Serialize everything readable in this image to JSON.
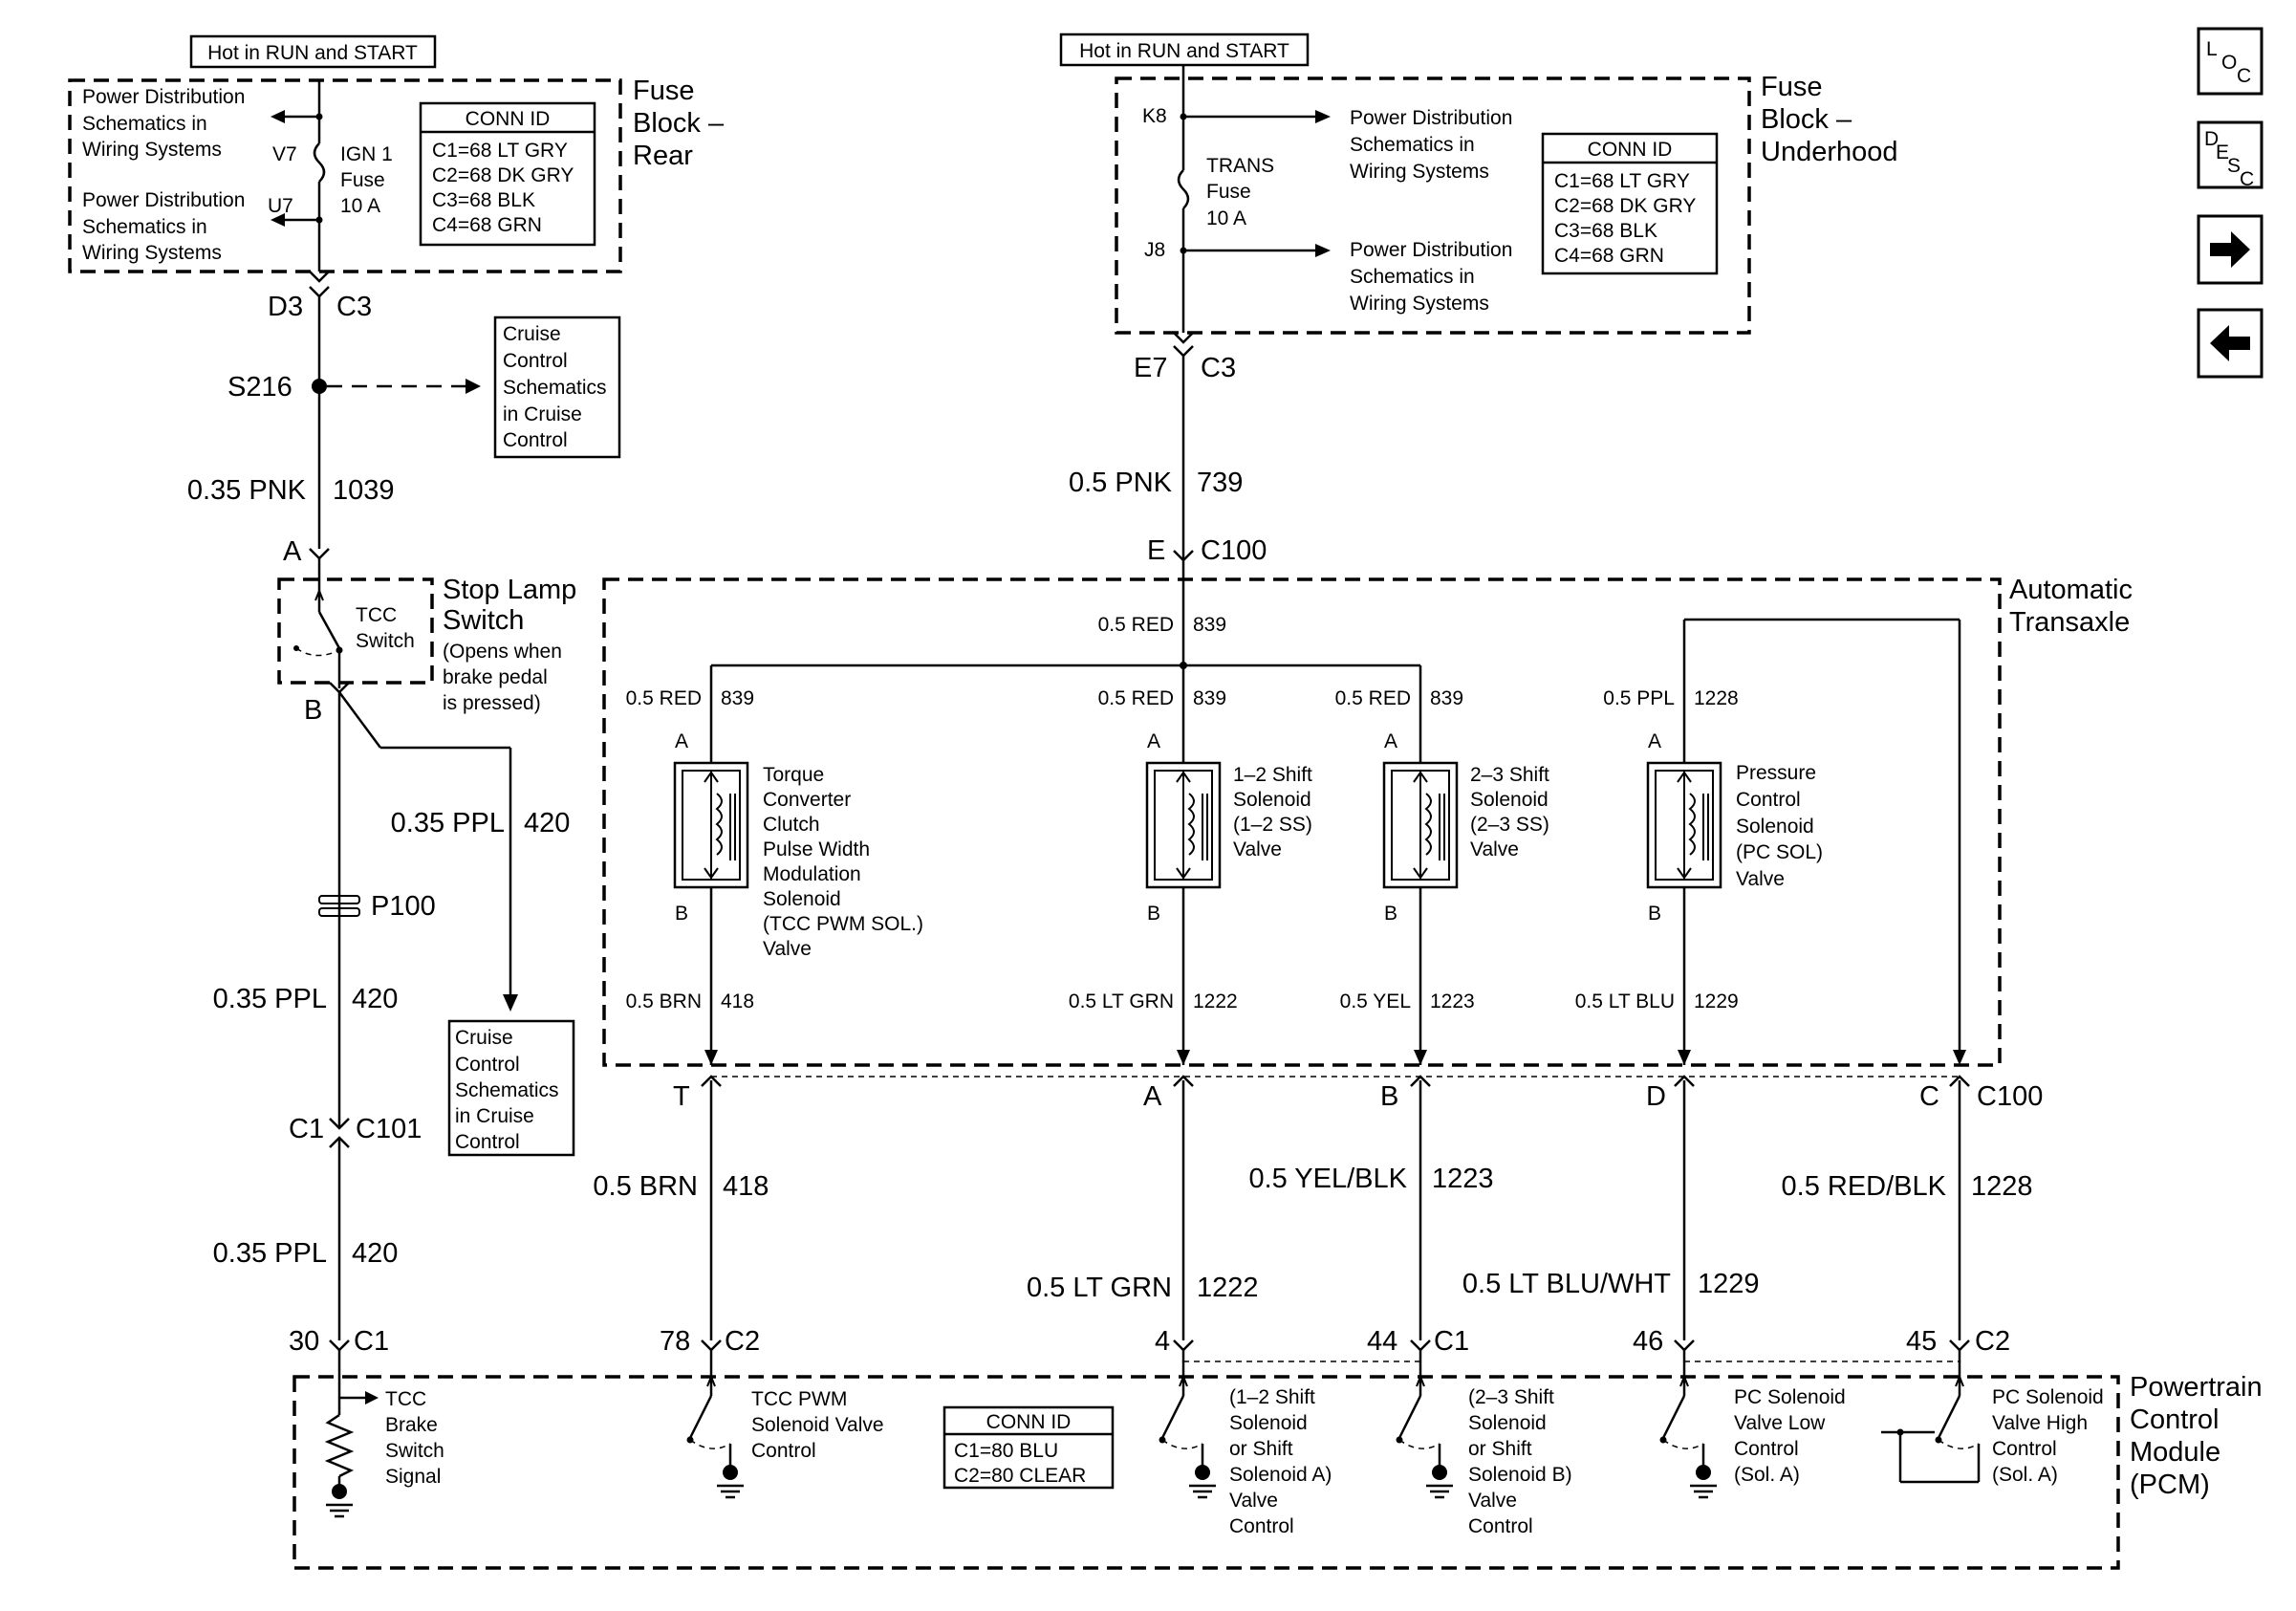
{
  "top_left": {
    "hot_label": "Hot in RUN and START",
    "fuse_block": [
      "Fuse",
      "Block –",
      "Rear"
    ],
    "feed1": [
      "Power Distribution",
      "Schematics in",
      "Wiring Systems"
    ],
    "feed2": [
      "Power Distribution",
      "Schematics in",
      "Wiring Systems"
    ],
    "pin_v7": "V7",
    "pin_u7": "U7",
    "fuse": [
      "IGN 1",
      "Fuse",
      "10 A"
    ],
    "conn_id": {
      "title": "CONN ID",
      "rows": [
        "C1=68 LT GRY",
        "C2=68 DK GRY",
        "C3=68 BLK",
        "C4=68 GRN"
      ]
    },
    "pin_d3": "D3",
    "conn_c3": "C3",
    "splice": "S216",
    "cruise1": [
      "Cruise",
      "Control",
      "Schematics",
      "in Cruise",
      "Control"
    ],
    "wire_1039": {
      "gauge": "0.35 PNK",
      "circuit": "1039"
    },
    "pin_a": "A",
    "stop_lamp": [
      "Stop Lamp",
      "Switch"
    ],
    "stop_note": [
      "(Opens when",
      "brake pedal",
      "is pressed)"
    ],
    "tcc_switch": [
      "TCC",
      "Switch"
    ],
    "pin_b": "B",
    "wire_420a": {
      "gauge": "0.35 PPL",
      "circuit": "420"
    },
    "p100": "P100",
    "wire_420b": {
      "gauge": "0.35 PPL",
      "circuit": "420"
    },
    "cruise2": [
      "Cruise",
      "Control",
      "Schematics",
      "in Cruise",
      "Control"
    ],
    "c101_pin": "C1",
    "c101": "C101",
    "wire_420c": {
      "gauge": "0.35 PPL",
      "circuit": "420"
    }
  },
  "top_right": {
    "hot_label": "Hot in RUN and START",
    "fuse_block": [
      "Fuse",
      "Block –",
      "Underhood"
    ],
    "pin_k8": "K8",
    "pin_j8": "J8",
    "fuse": [
      "TRANS",
      "Fuse",
      "10 A"
    ],
    "feed1": [
      "Power Distribution",
      "Schematics in",
      "Wiring Systems"
    ],
    "feed2": [
      "Power Distribution",
      "Schematics in",
      "Wiring Systems"
    ],
    "conn_id": {
      "title": "CONN ID",
      "rows": [
        "C1=68 LT GRY",
        "C2=68 DK GRY",
        "C3=68 BLK",
        "C4=68 GRN"
      ]
    },
    "pin_e7": "E7",
    "conn_c3": "C3",
    "wire_739": {
      "gauge": "0.5 PNK",
      "circuit": "739"
    },
    "pin_e": "E",
    "c100": "C100"
  },
  "transaxle": {
    "label": [
      "Automatic",
      "Transaxle"
    ],
    "feed_wire": {
      "gauge": "0.5 RED",
      "circuit": "839"
    },
    "solenoids": [
      {
        "top_gauge": "0.5 RED",
        "top_circuit": "839",
        "pin_a": "A",
        "pin_b": "B",
        "name": [
          "Torque",
          "Converter",
          "Clutch",
          "Pulse Width",
          "Modulation",
          "Solenoid",
          "(TCC PWM SOL.)",
          "Valve"
        ],
        "bot_gauge": "0.5 BRN",
        "bot_circuit": "418"
      },
      {
        "top_gauge": "0.5 RED",
        "top_circuit": "839",
        "pin_a": "A",
        "pin_b": "B",
        "name": [
          "1–2 Shift",
          "Solenoid",
          "(1–2 SS)",
          "Valve"
        ],
        "bot_gauge": "0.5 LT GRN",
        "bot_circuit": "1222"
      },
      {
        "top_gauge": "0.5 RED",
        "top_circuit": "839",
        "pin_a": "A",
        "pin_b": "B",
        "name": [
          "2–3 Shift",
          "Solenoid",
          "(2–3 SS)",
          "Valve"
        ],
        "bot_gauge": "0.5 YEL",
        "bot_circuit": "1223"
      },
      {
        "top_gauge": "0.5 PPL",
        "top_circuit": "1228",
        "pin_a": "A",
        "pin_b": "B",
        "name": [
          "Pressure",
          "Control",
          "Solenoid",
          "(PC SOL)",
          "Valve"
        ],
        "bot_gauge": "0.5 LT BLU",
        "bot_circuit": "1229"
      }
    ]
  },
  "c100_pins": [
    "T",
    "A",
    "B",
    "D",
    "C"
  ],
  "c100_label": "C100",
  "harness_wires": [
    {
      "gauge": "0.5 BRN",
      "circuit": "418"
    },
    {
      "gauge": "0.5 LT GRN",
      "circuit": "1222"
    },
    {
      "gauge": "0.5 YEL/BLK",
      "circuit": "1223"
    },
    {
      "gauge": "0.5 LT BLU/WHT",
      "circuit": "1229"
    },
    {
      "gauge": "0.5 RED/BLK",
      "circuit": "1228"
    }
  ],
  "pcm_pins": {
    "p30": "30",
    "c1a": "C1",
    "p78": "78",
    "c2a": "C2",
    "p4": "4",
    "p44": "44",
    "c1b": "C1",
    "p46": "46",
    "p45": "45",
    "c2b": "C2"
  },
  "pcm": {
    "label": [
      "Powertrain",
      "Control",
      "Module",
      "(PCM)"
    ],
    "conn_id": {
      "title": "CONN ID",
      "rows": [
        "C1=80 BLU",
        "C2=80 CLEAR"
      ]
    },
    "circuits": [
      [
        "TCC",
        "Brake",
        "Switch",
        "Signal"
      ],
      [
        "TCC PWM",
        "Solenoid Valve",
        "Control"
      ],
      [
        "(1–2 Shift",
        "Solenoid",
        "or Shift",
        "Solenoid A)",
        "Valve",
        "Control"
      ],
      [
        "(2–3 Shift",
        "Solenoid",
        "or Shift",
        "Solenoid B)",
        "Valve",
        "Control"
      ],
      [
        "PC Solenoid",
        "Valve Low",
        "Control",
        "(Sol. A)"
      ],
      [
        "PC Solenoid",
        "Valve High",
        "Control",
        "(Sol. A)"
      ]
    ]
  },
  "nav": {
    "loc": {
      "a": "L",
      "b": "O",
      "c": "C"
    },
    "desc": {
      "a": "D",
      "b": "E",
      "c": "S",
      "d": "C"
    },
    "next_icon": "right-arrow-icon",
    "prev_icon": "left-arrow-icon"
  }
}
